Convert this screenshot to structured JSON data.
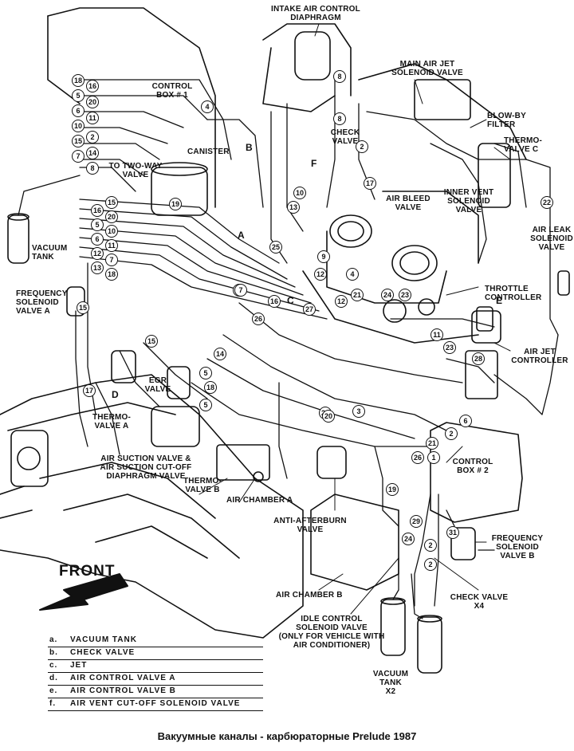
{
  "labels": {
    "intake_air_control_diaphragm": "INTAKE AIR CONTROL\nDIAPHRAGM",
    "main_air_jet_solenoid_valve": "MAIN AIR JET\nSOLENOID VALVE",
    "control_box_1": "CONTROL\nBOX # 1",
    "check_valve_top": "CHECK\nVALVE",
    "blow_by_filter": "BLOW-BY\nFILTER",
    "thermo_valve_c": "THERMO-\nVALVE C",
    "canister": "CANISTER",
    "to_two_way_valve": "TO TWO-WAY\nVALVE",
    "inner_vent_solenoid_valve": "INNER VENT\nSOLENOID\nVALVE",
    "air_bleed_valve": "AIR BLEED\nVALVE",
    "air_leak_solenoid_valve": "AIR LEAK\nSOLENOID\nVALVE",
    "vacuum_tank_left": "VACUUM\nTANK",
    "frequency_solenoid_valve_a": "FREQUENCY\nSOLENOID\nVALVE A",
    "throttle_controller": "THROTTLE\nCONTROLLER",
    "air_jet_controller": "AIR JET\nCONTROLLER",
    "egr_valve": "EGR\nVALVE",
    "thermo_valve_a": "THERMO-\nVALVE A",
    "air_suction_valve": "AIR SUCTION VALVE &\nAIR SUCTION CUT-OFF\nDIAPHRAGM VALVE",
    "thermo_valve_b": "THERMO-\nVALVE B",
    "air_chamber_a": "AIR CHAMBER A",
    "control_box_2": "CONTROL\nBOX # 2",
    "anti_afterburn_valve": "ANTI-AFTERBURN\nVALVE",
    "frequency_solenoid_valve_b": "FREQUENCY\nSOLENOID\nVALVE B",
    "air_chamber_b": "AIR CHAMBER B",
    "check_valve_x4": "CHECK VALVE\nX4",
    "idle_control_solenoid_valve": "IDLE CONTROL\nSOLENOID VALVE\n(ONLY FOR VEHICLE WITH\nAIR CONDITIONER)",
    "vacuum_tank_x2": "VACUUM\nTANK\nX2",
    "front": "FRONT"
  },
  "letter_markers": [
    "a",
    "b",
    "c",
    "d",
    "e",
    "f"
  ],
  "hose_numbers": {
    "left_column_1": [
      "18",
      "5",
      "6",
      "10",
      "15",
      "7",
      "8"
    ],
    "left_column_2": [
      "16",
      "20",
      "11",
      "2",
      "14"
    ],
    "left_column_3": [
      "15",
      "20",
      "10",
      "11",
      "7",
      "18"
    ],
    "left_column_4": [
      "16",
      "5",
      "6",
      "12",
      "13"
    ],
    "misc": [
      "8",
      "4",
      "8",
      "2",
      "17",
      "13",
      "10",
      "22",
      "19",
      "15",
      "25",
      "9",
      "7",
      "12",
      "4",
      "16",
      "27",
      "12",
      "21",
      "24",
      "23",
      "14",
      "15",
      "5",
      "18",
      "26",
      "11",
      "23",
      "28",
      "3",
      "6",
      "2",
      "21",
      "20",
      "1",
      "29",
      "31",
      "2",
      "2",
      "19",
      "24",
      "26",
      "20",
      "7",
      "5",
      "17"
    ]
  },
  "legend": [
    {
      "key": "a.",
      "text": "VACUUM TANK"
    },
    {
      "key": "b.",
      "text": "CHECK VALVE"
    },
    {
      "key": "c.",
      "text": "JET"
    },
    {
      "key": "d.",
      "text": "AIR CONTROL VALVE A"
    },
    {
      "key": "e.",
      "text": "AIR CONTROL VALVE B"
    },
    {
      "key": "f.",
      "text": "AIR VENT CUT-OFF SOLENOID VALVE"
    }
  ],
  "caption": "Вакуумные каналы - карбюраторные Prelude 1987"
}
